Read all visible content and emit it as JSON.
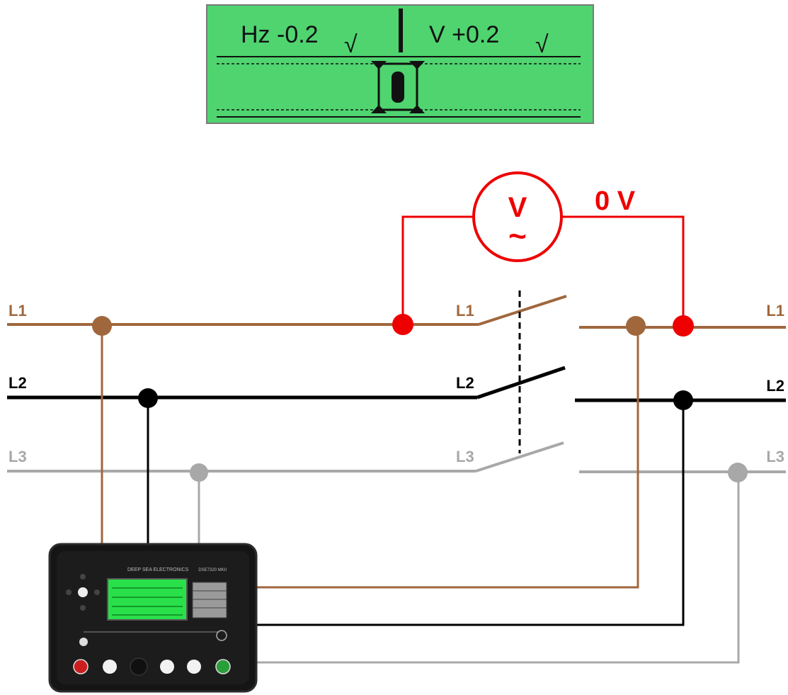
{
  "sync_display": {
    "hz_label": "Hz -0.2",
    "v_label": "V +0.2",
    "hz_check": "√",
    "v_check": "√",
    "bg_color": "#4fd470"
  },
  "voltmeter": {
    "symbol": "V",
    "ac_symbol": "~",
    "reading": "0 V",
    "color": "#ee0000"
  },
  "lines": {
    "left": [
      "L1",
      "L2",
      "L3"
    ],
    "switch": [
      "L1",
      "L2",
      "L3"
    ],
    "right": [
      "L1",
      "L2",
      "L3"
    ]
  },
  "colors": {
    "L1": "#a0673d",
    "L2": "#000000",
    "L3": "#a8a8a8"
  },
  "controller": {
    "brand": "DEEP SEA ELECTRONICS",
    "model": "DSE7320 MKII",
    "icons": [
      "stop-icon",
      "manual-icon",
      "blank-button",
      "auto-icon",
      "test-icon",
      "start-icon"
    ]
  }
}
